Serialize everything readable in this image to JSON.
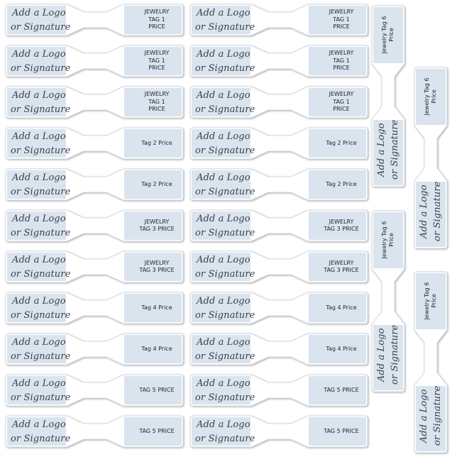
{
  "sheet": {
    "signature_line1": "Add a Logo",
    "signature_line2": "or Signature",
    "colors": {
      "panel": "#d9e4ef",
      "tag": "#ffffff",
      "text": "#1e2329",
      "signature": "#3a3f47"
    }
  },
  "horizontal_tags": [
    {
      "price": "JEWELRY\nTAG 1\nPRICE"
    },
    {
      "price": "JEWELRY\nTAG 1\nPRICE"
    },
    {
      "price": "JEWELRY\nTAG 1\nPRICE"
    },
    {
      "price": "JEWELRY\nTAG 1\nPRICE"
    },
    {
      "price": "JEWELRY\nTAG 1\nPRICE"
    },
    {
      "price": "JEWELRY\nTAG 1\nPRICE"
    },
    {
      "price": "Tag 2 Price"
    },
    {
      "price": "Tag 2 Price"
    },
    {
      "price": "Tag 2 Price"
    },
    {
      "price": "Tag 2 Price"
    },
    {
      "price": "JEWELRY\nTAG 3 PRICE"
    },
    {
      "price": "JEWELRY\nTAG 3 PRICE"
    },
    {
      "price": "JEWELRY\nTAG 3 PRICE"
    },
    {
      "price": "JEWELRY\nTAG 3 PRICE"
    },
    {
      "price": "Tag 4 Price"
    },
    {
      "price": "Tag 4 Price"
    },
    {
      "price": "Tag 4 Price"
    },
    {
      "price": "Tag 4 Price"
    },
    {
      "price": "TAG 5 PRICE"
    },
    {
      "price": "TAG 5 PRICE"
    },
    {
      "price": "TAG 5 PRICE"
    },
    {
      "price": "TAG 5 PRICE"
    }
  ],
  "vertical_tags": [
    {
      "price": "Jewelry Tag 6\nPrice"
    },
    {
      "price": "Jewelry Tag 6\nPrice"
    },
    {
      "price": "Jewelry Tag 6\nPrice"
    },
    {
      "price": "Jewelry Tag 6\nPrice"
    }
  ]
}
